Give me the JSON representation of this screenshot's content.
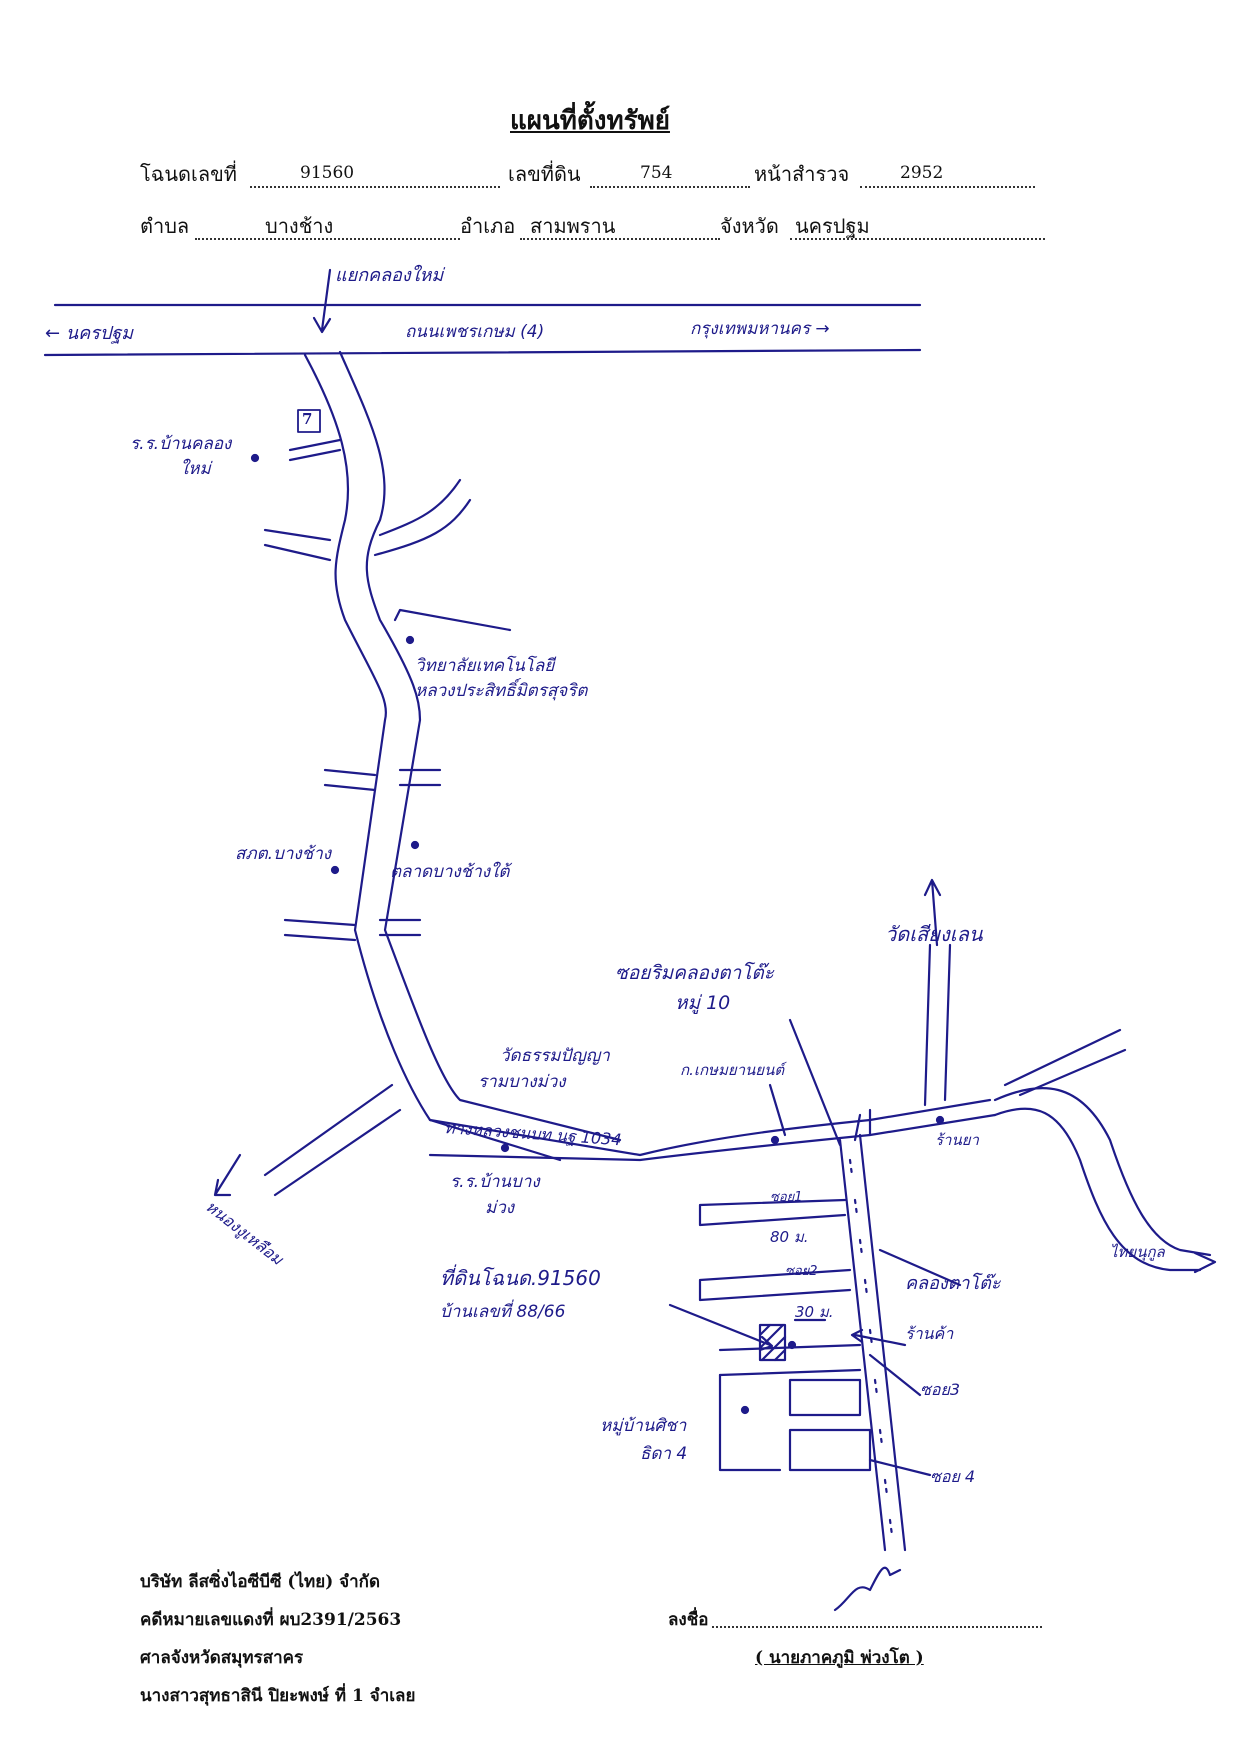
{
  "header": {
    "title": "แผนที่ตั้งทรัพย์",
    "deed_label": "โฉนดเลขที่",
    "deed_no": "91560",
    "land_label": "เลขที่ดิน",
    "land_no": "754",
    "survey_label": "หน้าสำรวจ",
    "survey_no": "2952",
    "subdistrict_label": "ตำบล",
    "subdistrict": "บางช้าง",
    "district_label": "อำเภอ",
    "district": "สามพราน",
    "province_label": "จังหวัด",
    "province": "นครปฐม"
  },
  "map_labels": {
    "junction": "แยกคลองใหม่",
    "to_nakhon_pathom": "← นครปฐม",
    "main_road": "ถนนเพชรเกษม (4)",
    "to_bangkok": "กรุงเทพมหานคร →",
    "school_1_line1": "ร.ร.บ้านคลอง",
    "school_1_line2": "ใหม่",
    "college_line1": "วิทยาลัยเทคโนโลยี",
    "college_line2": "หลวงประสิทธิ์มิตรสุจริต",
    "police": "สภต.บางช้าง",
    "market": "ตลาดบางช้างใต้",
    "to_nong_ngu": "หนองงูเหลือม",
    "temple_1_line1": "วัดธรรมปัญญา",
    "temple_1_line2": "รามบางม่วง",
    "highway_1034": "ทางหลวงชนบท นฐ 1034",
    "school_2_line1": "ร.ร.บ้านบาง",
    "school_2_line2": "ม่วง",
    "soi_line1": "ซอยริมคลองตาโต๊ะ",
    "soi_line2": "หมู่ 10",
    "garage": "ก.เกษมยานยนต์",
    "temple_2": "วัดเสียงเลน",
    "shop_1": "ร้านยา",
    "to_thai_nukool": "ไทยนุกูล",
    "canal": "คลองตาโต๊ะ",
    "soi1": "ซอย1",
    "dist_80": "80 ม.",
    "soi2": "ซอย2",
    "property_line1": "ที่ดินโฉนด.91560",
    "property_line2": "บ้านเลขที่ 88/66",
    "dist_30": "30 ม.",
    "shop_2": "ร้านค้า",
    "soi3": "ซอย3",
    "village_line1": "หมู่บ้านศิชา",
    "village_line2": "ธิดา 4",
    "soi4": "ซอย 4",
    "seven_eleven": "7"
  },
  "footer": {
    "company": "บริษัท ลีสซิ่งไอซีบีซี (ไทย) จำกัด",
    "case": "คดีหมายเลขแดงที่ ผบ2391/2563",
    "court": "ศาลจังหวัดสมุทรสาคร",
    "defendant": "นางสาวสุทธาสินี   ปิยะพงษ์ ที่ 1  จำเลย",
    "sign_label": "ลงชื่อ",
    "signer": "( นายภาคภูมิ พ่วงโต )"
  },
  "colors": {
    "ink": "#1e1b8a",
    "text": "#111111"
  }
}
